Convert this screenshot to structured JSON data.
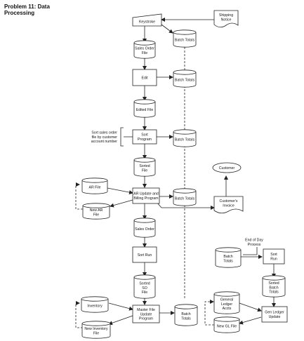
{
  "title": {
    "line1": "Problem 11:  Data",
    "line2": "Processing"
  },
  "labels": {
    "keystroke": "Keystroke",
    "shipping_notice": [
      "Shipping",
      "Notice"
    ],
    "batch_totals_1": "Batch Totals",
    "sales_order_file": [
      "Sales Order",
      "File"
    ],
    "edit": "Edit",
    "batch_totals_2": "Batch Totals",
    "edited_file": "Edited File",
    "sort_note": [
      "Sort sales order",
      "file by customer",
      "account number"
    ],
    "sort_program": [
      "Sort",
      "Program"
    ],
    "batch_totals_3": "Batch Totals",
    "sorted_file": [
      "Sorted",
      "File"
    ],
    "customer": "Customer",
    "ar_file": "AR File",
    "new_ar_file": [
      "New AR",
      "File"
    ],
    "ar_update": [
      "AR Update and",
      "Billing Program"
    ],
    "batch_totals_4": "Batch Totals",
    "customer_invoice": [
      "Customer's",
      "Invoice"
    ],
    "sales_order": "Sales Order",
    "sort_run": "Sort Run",
    "sorted_so_file": [
      "Sorted",
      "SO",
      "File"
    ],
    "end_of_day": [
      "End of Day",
      "Process"
    ],
    "batch_totals_5": [
      "Batch",
      "Totals"
    ],
    "sort_run_2": [
      "Sort",
      "Run"
    ],
    "sorted_batch_totals": [
      "Sorted",
      "Batch",
      "Totals"
    ],
    "inventory": "Inventory",
    "new_inventory_file": [
      "New Inventory",
      "File"
    ],
    "master_file_update": [
      "Master File",
      "Update",
      "Program"
    ],
    "batch_totals_6": [
      "Batch",
      "Totals"
    ],
    "general_ledger": [
      "General",
      "Ledger",
      "Accts"
    ],
    "new_gl_file": "New GL File",
    "gen_ledger_update": [
      "Gen Ledger",
      "Update"
    ]
  }
}
